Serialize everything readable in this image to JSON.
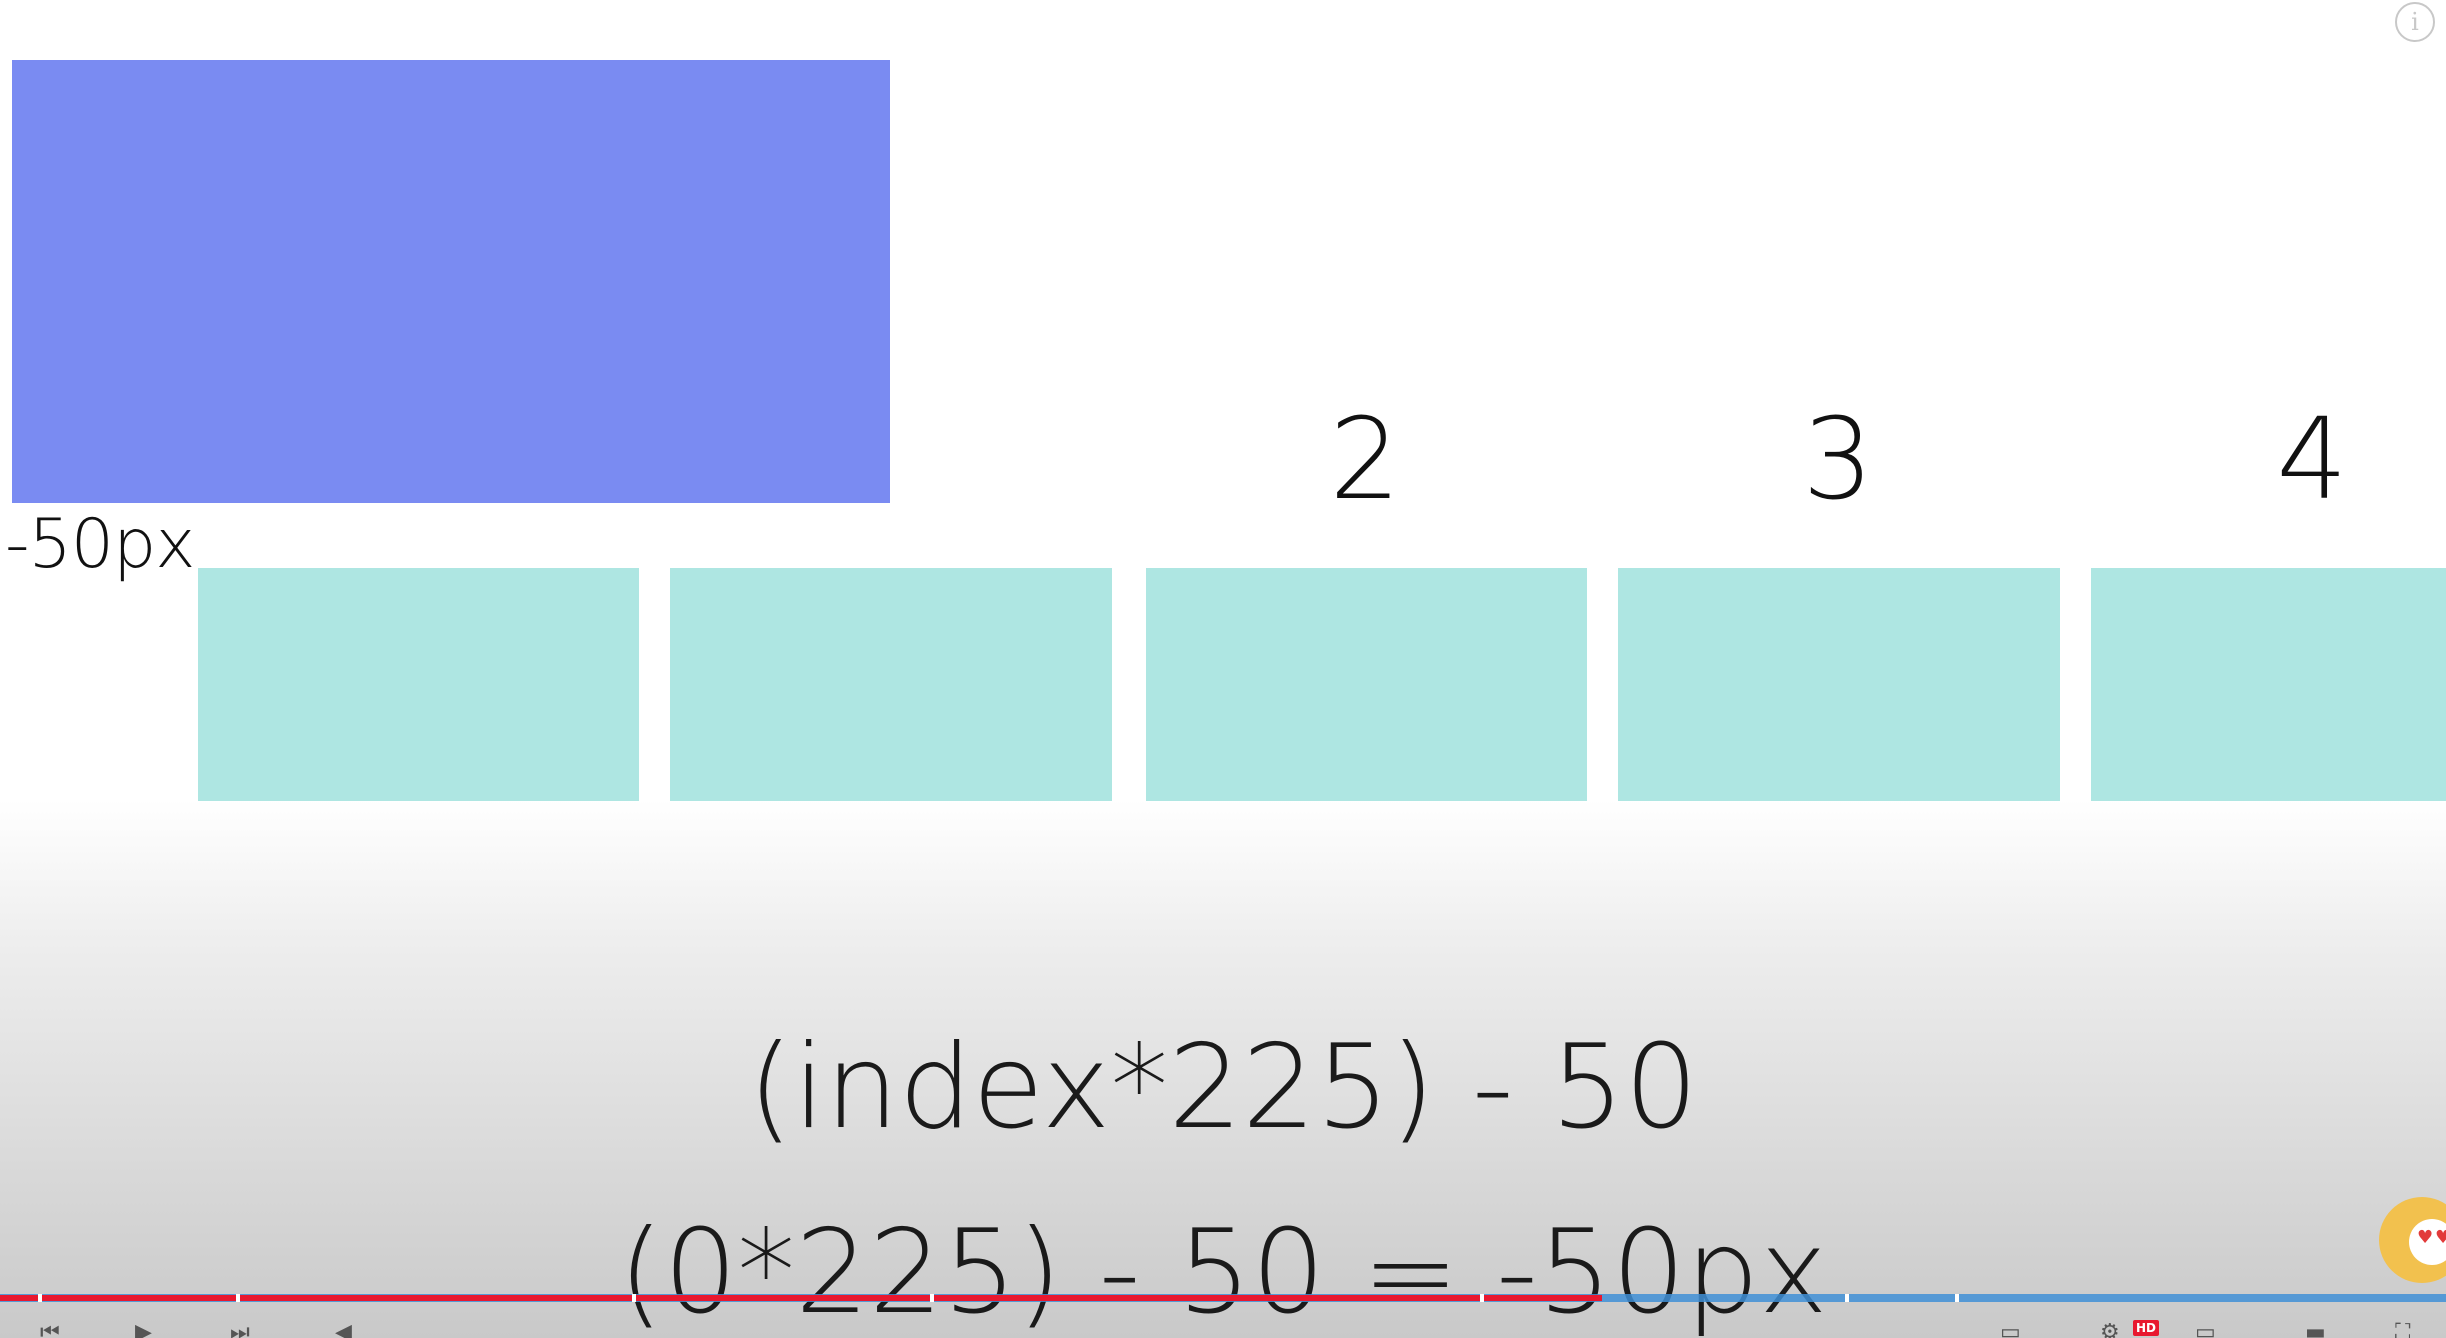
{
  "info_button": {
    "glyph": "i"
  },
  "animation": {
    "big_box_color": "#7a8bf2",
    "slot_color": "#aee6e2",
    "offset_label": "-50px",
    "slot_numbers": [
      "2",
      "3",
      "4"
    ],
    "formula_general": "(index*225) - 50",
    "formula_example": "(0*225) - 50 = -50px"
  },
  "player": {
    "played_fraction": 0.655,
    "track_color": "#3f8fd6",
    "played_color": "#e8182f",
    "hd_badge": "HD",
    "icons": [
      "previous-icon",
      "play-icon",
      "next-icon",
      "volume-icon",
      "subtitles-icon",
      "settings-icon",
      "miniplayer-icon",
      "fullscreen-icon"
    ]
  },
  "avatar": {
    "icon": "cat-with-heart-eyes-icon"
  }
}
